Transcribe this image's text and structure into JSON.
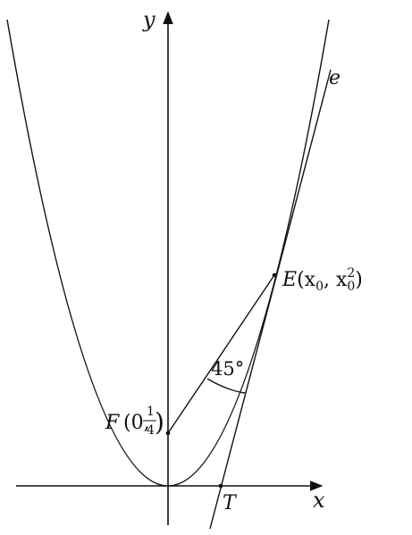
{
  "axes": {
    "x_label": "x",
    "y_label": "y"
  },
  "curve": {
    "name": "parabola",
    "equation": "y = x^2"
  },
  "points": {
    "focus": {
      "letter": "F",
      "open": "(0,",
      "num": "1",
      "den": "4",
      "close": ")",
      "x": 0,
      "y": 0.25
    },
    "tangent_point": {
      "letter": "E",
      "text": "(x",
      "sub1": "0",
      "sep": ", x",
      "sub2": "0",
      "sup": "2",
      "close": ")"
    },
    "tangent_intercept": {
      "letter": "T"
    }
  },
  "tangent_line": {
    "label": "e"
  },
  "angle": {
    "text": "45°"
  },
  "colors": {
    "ink": "#111111",
    "background": "#ffffff"
  }
}
